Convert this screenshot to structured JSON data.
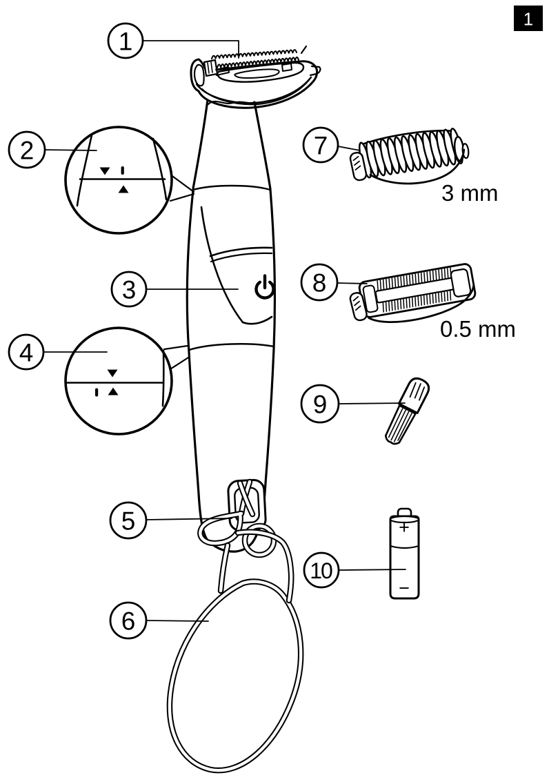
{
  "page": {
    "badge_label": "1"
  },
  "diagram": {
    "callouts": [
      {
        "num": "1",
        "part": "trimmer-head"
      },
      {
        "num": "2",
        "part": "upper-switch-detail"
      },
      {
        "num": "3",
        "part": "power-button"
      },
      {
        "num": "4",
        "part": "lower-switch-detail"
      },
      {
        "num": "5",
        "part": "hanging-loop-slot"
      },
      {
        "num": "6",
        "part": "hanging-cord-loop"
      },
      {
        "num": "7",
        "part": "comb-3mm"
      },
      {
        "num": "8",
        "part": "comb-0-5mm"
      },
      {
        "num": "9",
        "part": "cleaning-brush"
      },
      {
        "num": "10",
        "part": "aa-battery"
      }
    ],
    "labels": {
      "comb_7_length": "3 mm",
      "comb_8_length": "0.5 mm",
      "battery_positive": "+",
      "battery_negative": "−"
    },
    "icons": {
      "power_button": "⏻",
      "trim_direction_down": "▼",
      "trim_direction_up": "▲",
      "switch_position_mark": "|"
    },
    "colors": {
      "line": "#000000",
      "background": "#ffffff",
      "badge_background": "#000000",
      "badge_text": "#ffffff"
    }
  }
}
